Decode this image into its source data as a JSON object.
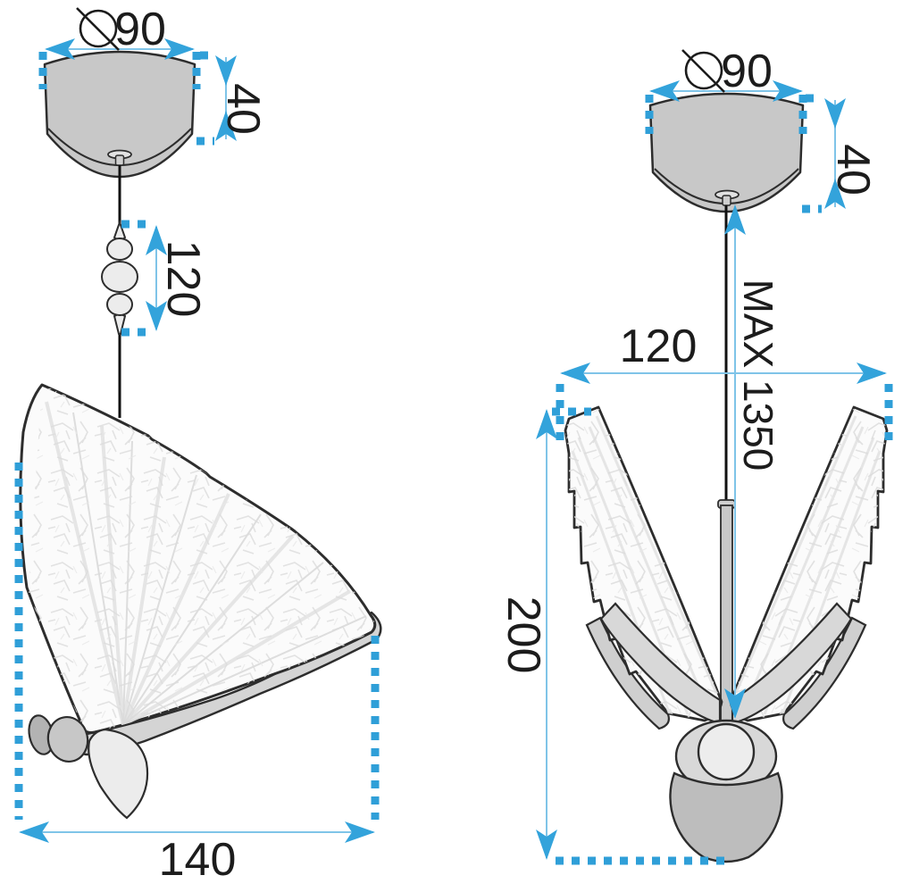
{
  "diagram": {
    "description_labels": {
      "left_view": {
        "canopy_diameter": "90",
        "canopy_height": "40",
        "suspension_length": "120",
        "shade_width": "140"
      },
      "right_view": {
        "canopy_diameter": "90",
        "canopy_height": "40",
        "max_length": "MAX 1350",
        "wingspan": "120",
        "shade_height": "200"
      }
    },
    "icons": {
      "diameter_icon": "⌀"
    },
    "colors": {
      "dimension_accent": "#33a3db",
      "dimension_dots": "#2f9fd8",
      "dimension_line": "#7fc4e8",
      "outline": "#2d2d2d",
      "canopy_gray": "#c8c8c8",
      "shade_white": "#fbfbfb",
      "underside_gray": "#d4d4d4",
      "body_gray": "#bdbdbd",
      "text": "#1c1c1c"
    }
  }
}
